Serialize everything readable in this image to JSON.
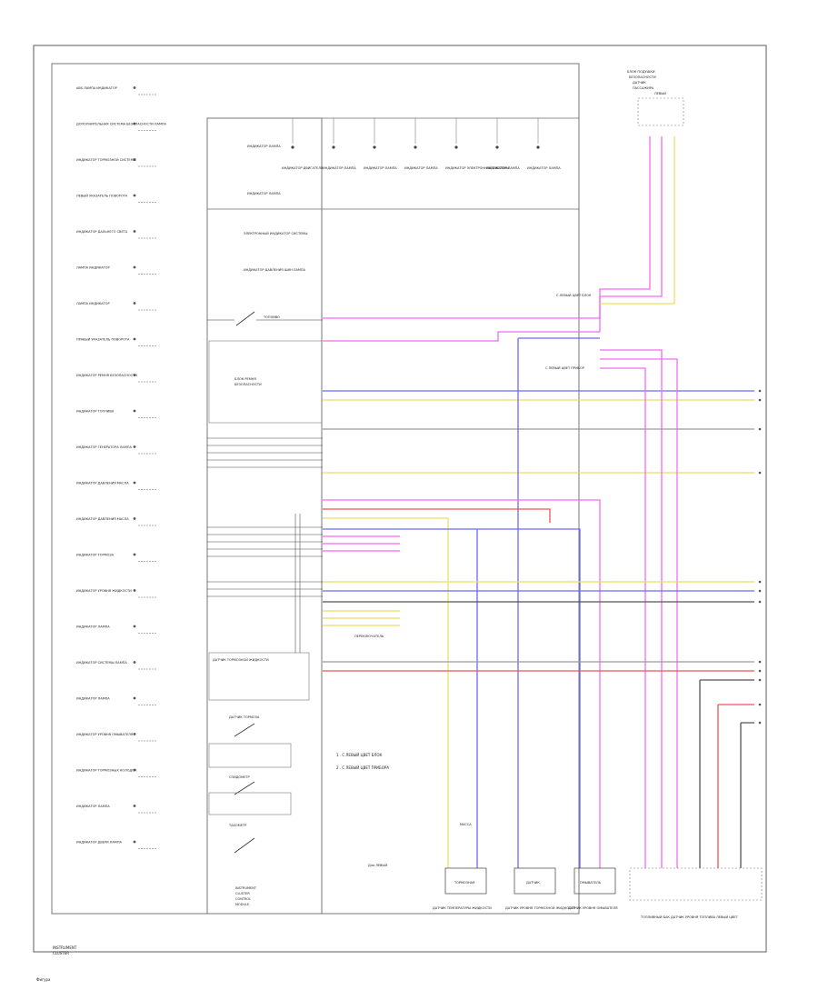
{
  "cluster_title": [
    "INSTRUMENT",
    "CLUSTER"
  ],
  "control_unit_label": [
    "INSTRUMENT",
    "CLUSTER",
    "CONTROL",
    "MODULE"
  ],
  "footnote": "Фигура",
  "sub_label": "Для ЛЕВЫЙ",
  "notes": [
    "1 . С ЛЕВЫЙ ЦВЕТ БЛОК",
    "2 . С ЛЕВЫЙ ЦВЕТ ПРИБОРА"
  ],
  "indicators": [
    "ABS ЛАМПА ИНДИКАТОР",
    "ДОПОЛНИТЕЛЬНАЯ СИСТЕМА БЕЗОПАСНОСТИ ЛАМПА",
    "ИНДИКАТОР ТОРМОЗНОЙ СИСТЕМЫ",
    "ЛЕВЫЙ УКАЗАТЕЛЬ ПОВОРОТА",
    "ИНДИКАТОР ДАЛЬНЕГО СВЕТА",
    "ЛАМПА ИНДИКАТОР",
    "ЛАМПА ИНДИКАТОР",
    "ПРАВЫЙ УКАЗАТЕЛЬ ПОВОРОТА",
    "ИНДИКАТОР РЕМНЯ БЕЗОПАСНОСТИ",
    "ИНДИКАТОР ТОПЛИВА",
    "ИНДИКАТОР ГЕНЕРАТОРА ЛАМПА",
    "ИНДИКАТОР ДАВЛЕНИЯ МАСЛА",
    "ИНДИКАТОР ДАВЛЕНИЯ МАСЛА",
    "ИНДИКАТОР ТОРМОЗА",
    "ИНДИКАТОР УРОВНЯ ЖИДКОСТИ",
    "ИНДИКАТОР ЛАМПА",
    "ИНДИКАТОР СИСТЕМЫ ЛАМПА",
    "ИНДИКАТОР ЛАМПА",
    "ИНДИКАТОР УРОВНЯ ОМЫВАТЕЛЯ",
    "ИНДИКАТОР ТОРМОЗНЫХ КОЛОДОК",
    "ИНДИКАТОР ЛАМПА",
    "ИНДИКАТОР ДВЕРИ ЛАМПА"
  ],
  "top_lamps": [
    "ИНДИКАТОР ДВИГАТЕЛЯ",
    "ИНДИКАТОР ЛАМПА",
    "ИНДИКАТОР ЛАМПА",
    "ИНДИКАТОР ЛАМПА",
    "ИНДИКАТОР ЭЛЕКТРОННОЙ СИСТЕМЫ",
    "ИНДИКАТОР ЛАМПА",
    "ИНДИКАТОР ЛАМПА"
  ],
  "mid_labels": [
    "ИНДИКАТОР ЛАМПА",
    "ИНДИКАТОР ЛАМПА",
    "ЭЛЕКТРОННЫЙ ИНДИКАТОР СИСТЕМЫ",
    "ИНДИКАТОР ДАВЛЕНИЯ ШИН ЛАМПА"
  ],
  "fuel_switch_label": "ТОПЛИВО",
  "belt_module_label": [
    "БЛОК РЕМНЯ",
    "БЕЗОПАСНОСТИ"
  ],
  "lower_switches": [
    "ДАТЧИК ТОРМОЗНОЙ ЖИДКОСТИ",
    "ДАТЧИК ТОРМОЗА",
    "СПИДОМЕТР",
    "ТАХОМЕТР"
  ],
  "top_right_module": [
    "БЛОК ПОДУШКИ",
    "БЕЗОПАСНОСТИ",
    "ДАТЧИК",
    "ПАССАЖИРА"
  ],
  "top_right_sub": "ЛЕВЫЙ",
  "mid_notes": [
    "С ЛЕВЫЙ ЦВЕТ БЛОК",
    "С ЛЕВЫЙ ЦВЕТ ПРИБОР"
  ],
  "switch_note": "ПЕРЕКЛЮЧАТЕЛЬ",
  "device_labels": [
    "ТОРМОЗНАЯ",
    "ДАТЧИК",
    "ОМЫВАТЕЛЬ"
  ],
  "bottom_labels": [
    "ДАТЧИК ТЕМПЕРАТУРЫ ЖИДКОСТИ",
    "ДАТЧИК УРОВНЯ ТОРМОЗНОЙ ЖИДКОСТИ",
    "ДАТЧИК УРОВНЯ ОМЫВАТЕЛЯ",
    "ТОПЛИВНЫЙ БАК ДАТЧИК УРОВНЯ ТОПЛИВА ЛЕВЫЙ ЦВЕТ"
  ],
  "ground_label": "МАССА",
  "colors": {
    "magenta": "#f06cf0",
    "blue": "#6a6af6",
    "yellow": "#eedd66",
    "gray": "#9a9a9a",
    "red": "#ee5555",
    "darkgray": "#555555",
    "frame": "#555555"
  }
}
